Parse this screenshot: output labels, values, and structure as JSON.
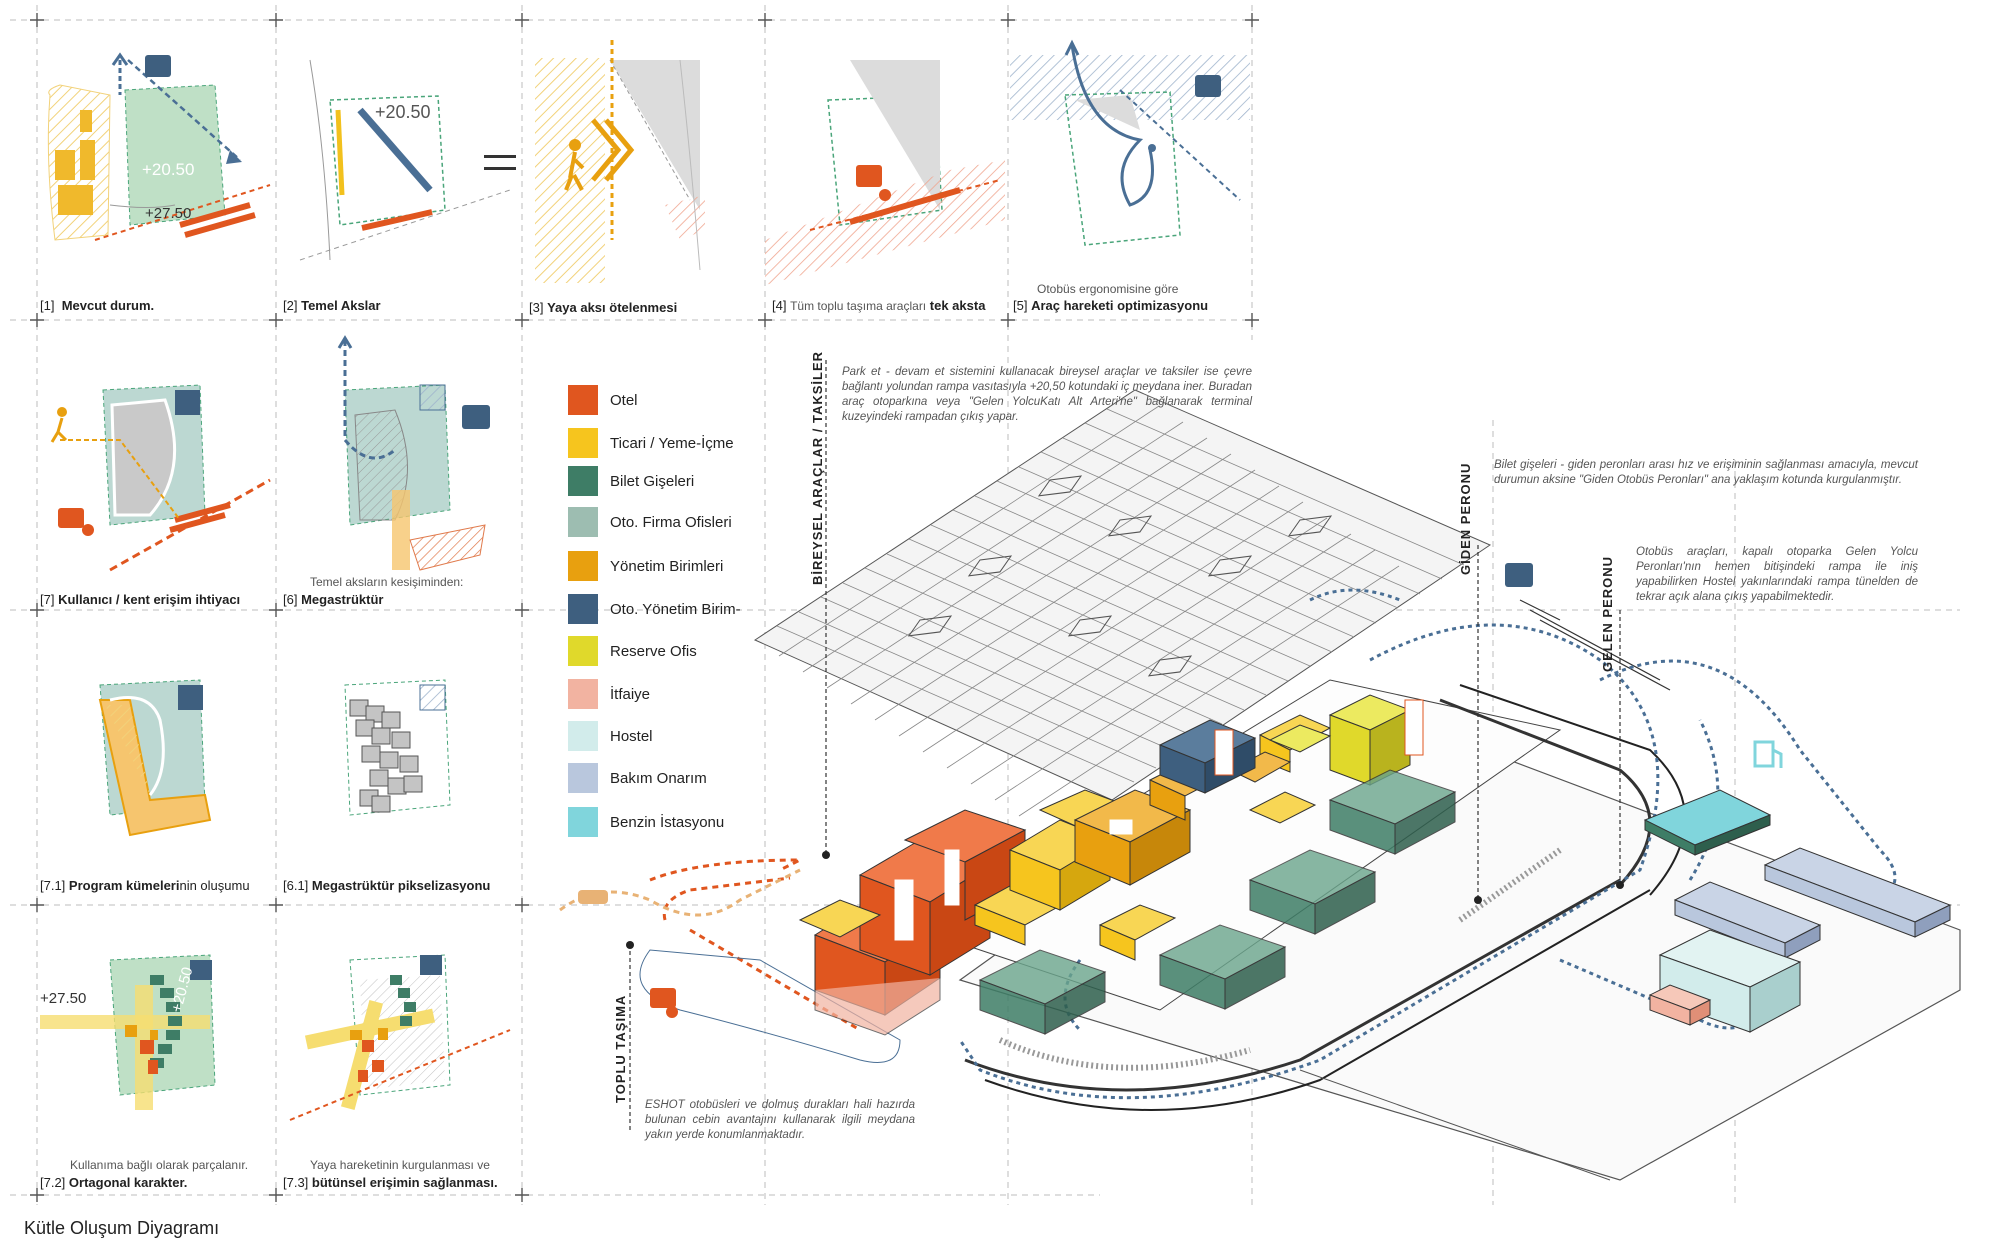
{
  "page_title": "Kütle Oluşum Diyagramı",
  "equals_sign": "=",
  "panels": [
    {
      "id": "p1",
      "num": "[1]",
      "bold": "Mevcut durum.",
      "light": "",
      "sub": "",
      "levels": [
        "+20.50",
        "+27.50"
      ]
    },
    {
      "id": "p2",
      "num": "[2]",
      "bold": "Temel Akslar",
      "light": "",
      "sub": "",
      "levels": [
        "+20.50"
      ]
    },
    {
      "id": "p3",
      "num": "[3]",
      "bold": "Yaya aksı ötelenmesi",
      "light": "",
      "sub": ""
    },
    {
      "id": "p4",
      "num": "[4]",
      "bold": "tek aksta",
      "light": "Tüm toplu taşıma araçları",
      "sub": ""
    },
    {
      "id": "p5",
      "num": "[5]",
      "bold": "Araç hareketi optimizasyonu",
      "light": "",
      "sub": "Otobüs ergonomisine göre"
    },
    {
      "id": "p7",
      "num": "[7]",
      "bold": "Kullanıcı / kent erişim ihtiyacı",
      "light": "",
      "sub": ""
    },
    {
      "id": "p6",
      "num": "[6]",
      "bold": "Megastrüktür",
      "light": "",
      "sub": "Temel aksların kesişiminden:"
    },
    {
      "id": "p71",
      "num": "[7.1]",
      "bold": "Program kümeleri",
      "light": "nin oluşumu",
      "sub": ""
    },
    {
      "id": "p61",
      "num": "[6.1]",
      "bold": "Megastrüktür pikselizasyonu",
      "light": "",
      "sub": ""
    },
    {
      "id": "p72",
      "num": "[7.2]",
      "bold": "Ortagonal karakter.",
      "light": "",
      "sub": "Kullanıma bağlı olarak parçalanır.",
      "levels": [
        "+20.50",
        "+27.50"
      ]
    },
    {
      "id": "p73",
      "num": "[7.3]",
      "bold": "bütünsel erişimin sağlanması.",
      "light": "",
      "sub": "Yaya hareketinin kurgulanması ve"
    }
  ],
  "legend": [
    {
      "label": "Otel",
      "color": "#e0561f"
    },
    {
      "label": "Ticari / Yeme-İçme",
      "color": "#f6c51e"
    },
    {
      "label": "Bilet Gişeleri",
      "color": "#3e7d66"
    },
    {
      "label": "Oto. Firma Ofisleri",
      "color": "#9dbdb1"
    },
    {
      "label": "Yönetim Birimleri",
      "color": "#e8a00f"
    },
    {
      "label": "Oto. Yönetim Birim-",
      "color": "#3e5f7f"
    },
    {
      "label": "Reserve Ofis",
      "color": "#e0d92b"
    },
    {
      "label": "İtfaiye",
      "color": "#f2b3a1"
    },
    {
      "label": "Hostel",
      "color": "#d2eceb"
    },
    {
      "label": "Bakım Onarım",
      "color": "#b9c7dd"
    },
    {
      "label": "Benzin İstasyonu",
      "color": "#80d5dc"
    }
  ],
  "axis_labels": {
    "bireysel": "BİREYSEL ARAÇLAR / TAKSİLER",
    "giden": "GİDEN PERONU",
    "gelen": "GELEN PERONU",
    "toplu": "TOPLU TAŞIMA"
  },
  "notes": {
    "park": "Park et - devam et sistemini kullanacak bireysel araçlar ve taksiler ise çevre bağlantı yolundan rampa vasıtasıyla +20,50 kotundaki iç meydana iner. Buradan araç otoparkına veya \"Gelen YolcuKatı Alt Arteri'ne\" bağlanarak terminal kuzeyindeki rampadan çıkış yapar.",
    "bilet": "Bilet gişeleri - giden peronları arası hız ve erişiminin sağlanması amacıyla, mevcut durumun aksine \"Giden Otobüs Peronları\" ana yaklaşım kotunda kurgulanmıştır.",
    "otobus": "Otobüs araçları, kapalı otoparka Gelen Yolcu Peronları'nın hemen bitişindeki rampa ile iniş yapabilirken Hostel yakınlarındaki rampa tünelden de tekrar açık alana çıkış yapabilmektedir.",
    "eshot": "ESHOT otobüsleri ve dolmuş durakları hali hazırda bulunan cebin avantajını kullanarak ilgili meydana yakın yerde konumlanmaktadır."
  },
  "colors": {
    "otel": "#e0561f",
    "ticari": "#f6c51e",
    "bilet": "#3e7d66",
    "yonetim": "#e8a00f",
    "otoyonetim": "#3e5f7f",
    "reserve": "#e0d92b",
    "hostel": "#d2eceb",
    "bakim": "#b9c7dd",
    "benzin": "#80d5dc",
    "route": "#4a6f95",
    "itfaiye": "#f2b3a1"
  }
}
